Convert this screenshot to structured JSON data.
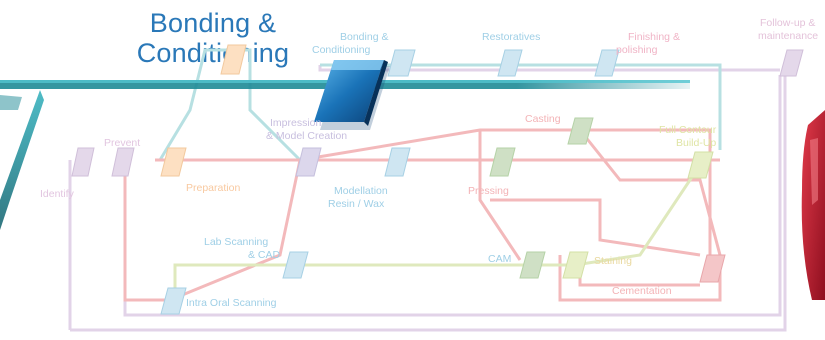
{
  "hero": {
    "title_line1": "Bonding &",
    "title_line2": "Conditioning"
  },
  "stations": {
    "bonding_top_line1": "Bonding &",
    "bonding_top_line2": "Conditioning",
    "restoratives": "Restoratives",
    "finishing_line1": "Finishing &",
    "finishing_line2": "polishing",
    "followup_line1": "Follow-up &",
    "followup_line2": "maintenance",
    "prevent": "Prevent",
    "identify": "Identify",
    "preparation": "Preparation",
    "impression_line1": "Impression",
    "impression_line2": "& Model Creation",
    "modellation_line1": "Modellation",
    "modellation_line2": "Resin / Wax",
    "casting": "Casting",
    "pressing": "Pressing",
    "full_contour_line1": "Full Contour",
    "full_contour_line2": "Build-Up",
    "lab_scanning_line1": "Lab Scanning",
    "lab_scanning_line2": "& CAD",
    "cam": "CAM",
    "staining": "Staining",
    "intra_oral": "Intra Oral Scanning",
    "cementation": "Cementation"
  },
  "colors": {
    "teal_line": "#1e8a96",
    "teal_light": "#a9d9dc",
    "red_line": "#f0b3b5",
    "purple_line": "#dccde3",
    "green_line": "#dbe8b8",
    "active_block": "#1a73b8",
    "hero_text": "#2a78b8"
  }
}
